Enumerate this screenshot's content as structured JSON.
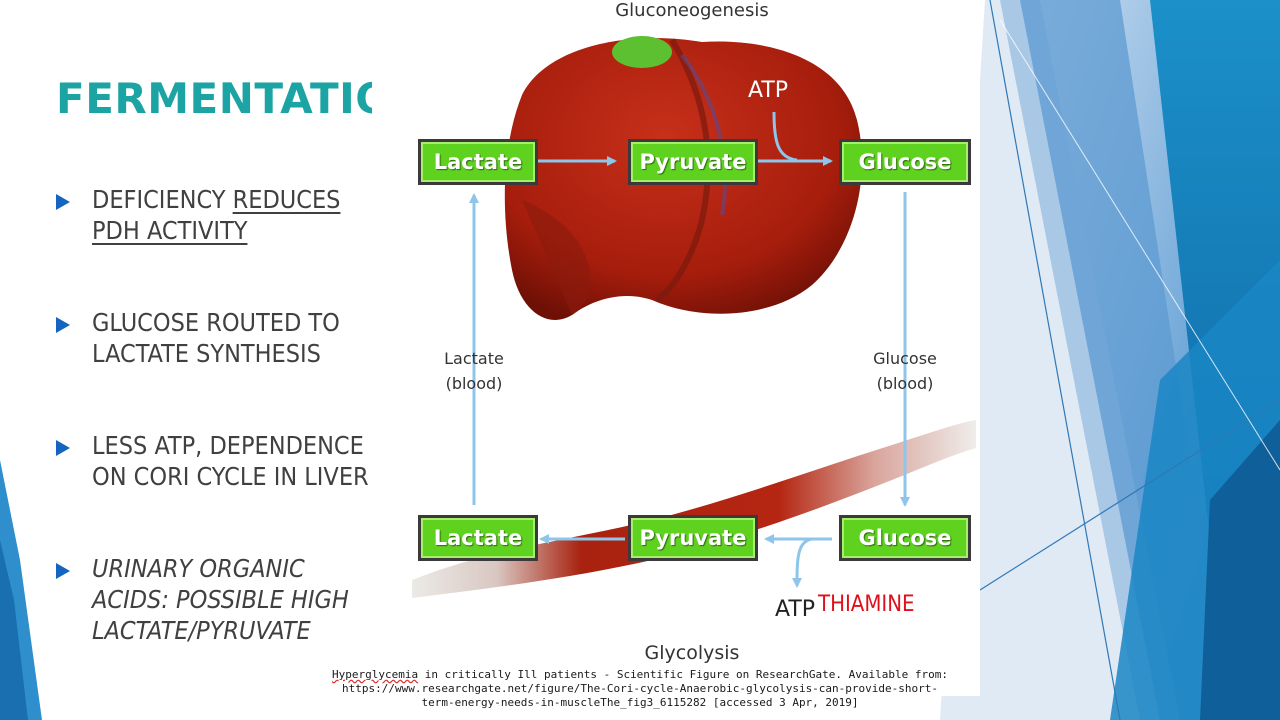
{
  "slide": {
    "title": "FERMENTATION",
    "bullets": [
      {
        "line1": "DEFICIENCY ",
        "line1_u": "REDUCES",
        "line2": "PDH ACTIVITY"
      },
      {
        "line1": "GLUCOSE ROUTED TO",
        "line2": "LACTATE SYNTHESIS"
      },
      {
        "line1": "LESS ATP, DEPENDENCE",
        "line2": "ON CORI CYCLE IN LIVER"
      },
      {
        "line1": "URINARY ORGANIC",
        "line2": "ACIDS: POSSIBLE HIGH",
        "line3": "LACTATE/PYRUVATE"
      }
    ]
  },
  "diagram": {
    "top_title": "Gluconeogenesis",
    "bottom_title": "Glycolysis",
    "top_row": [
      "Lactate",
      "Pyruvate",
      "Glucose"
    ],
    "bottom_row": [
      "Lactate",
      "Pyruvate",
      "Glucose"
    ],
    "atp_top": "ATP",
    "atp_bottom": "ATP",
    "left_label": [
      "Lactate",
      "(blood)"
    ],
    "right_label": [
      "Glucose",
      "(blood)"
    ],
    "annotation": "THIAMINE",
    "colors": {
      "box_green": "#5fd21f",
      "arrow_blue": "#8ec5ea",
      "liver_red": "#b3200d",
      "title_teal": "#1ca3a3",
      "bullet_blue": "#1565c0",
      "annotation_red": "#e0101a"
    }
  },
  "citation": {
    "line1_wavy": "Hyperglycemia",
    "line1_rest": " in critically Ill patients - Scientific Figure on ResearchGate. Available from:",
    "line2": "https://www.researchgate.net/figure/The-Cori-cycle-Anaerobic-glycolysis-can-provide-short-",
    "line3": "term-energy-needs-in-muscleThe_fig3_6115282 [accessed 3 Apr, 2019]"
  }
}
